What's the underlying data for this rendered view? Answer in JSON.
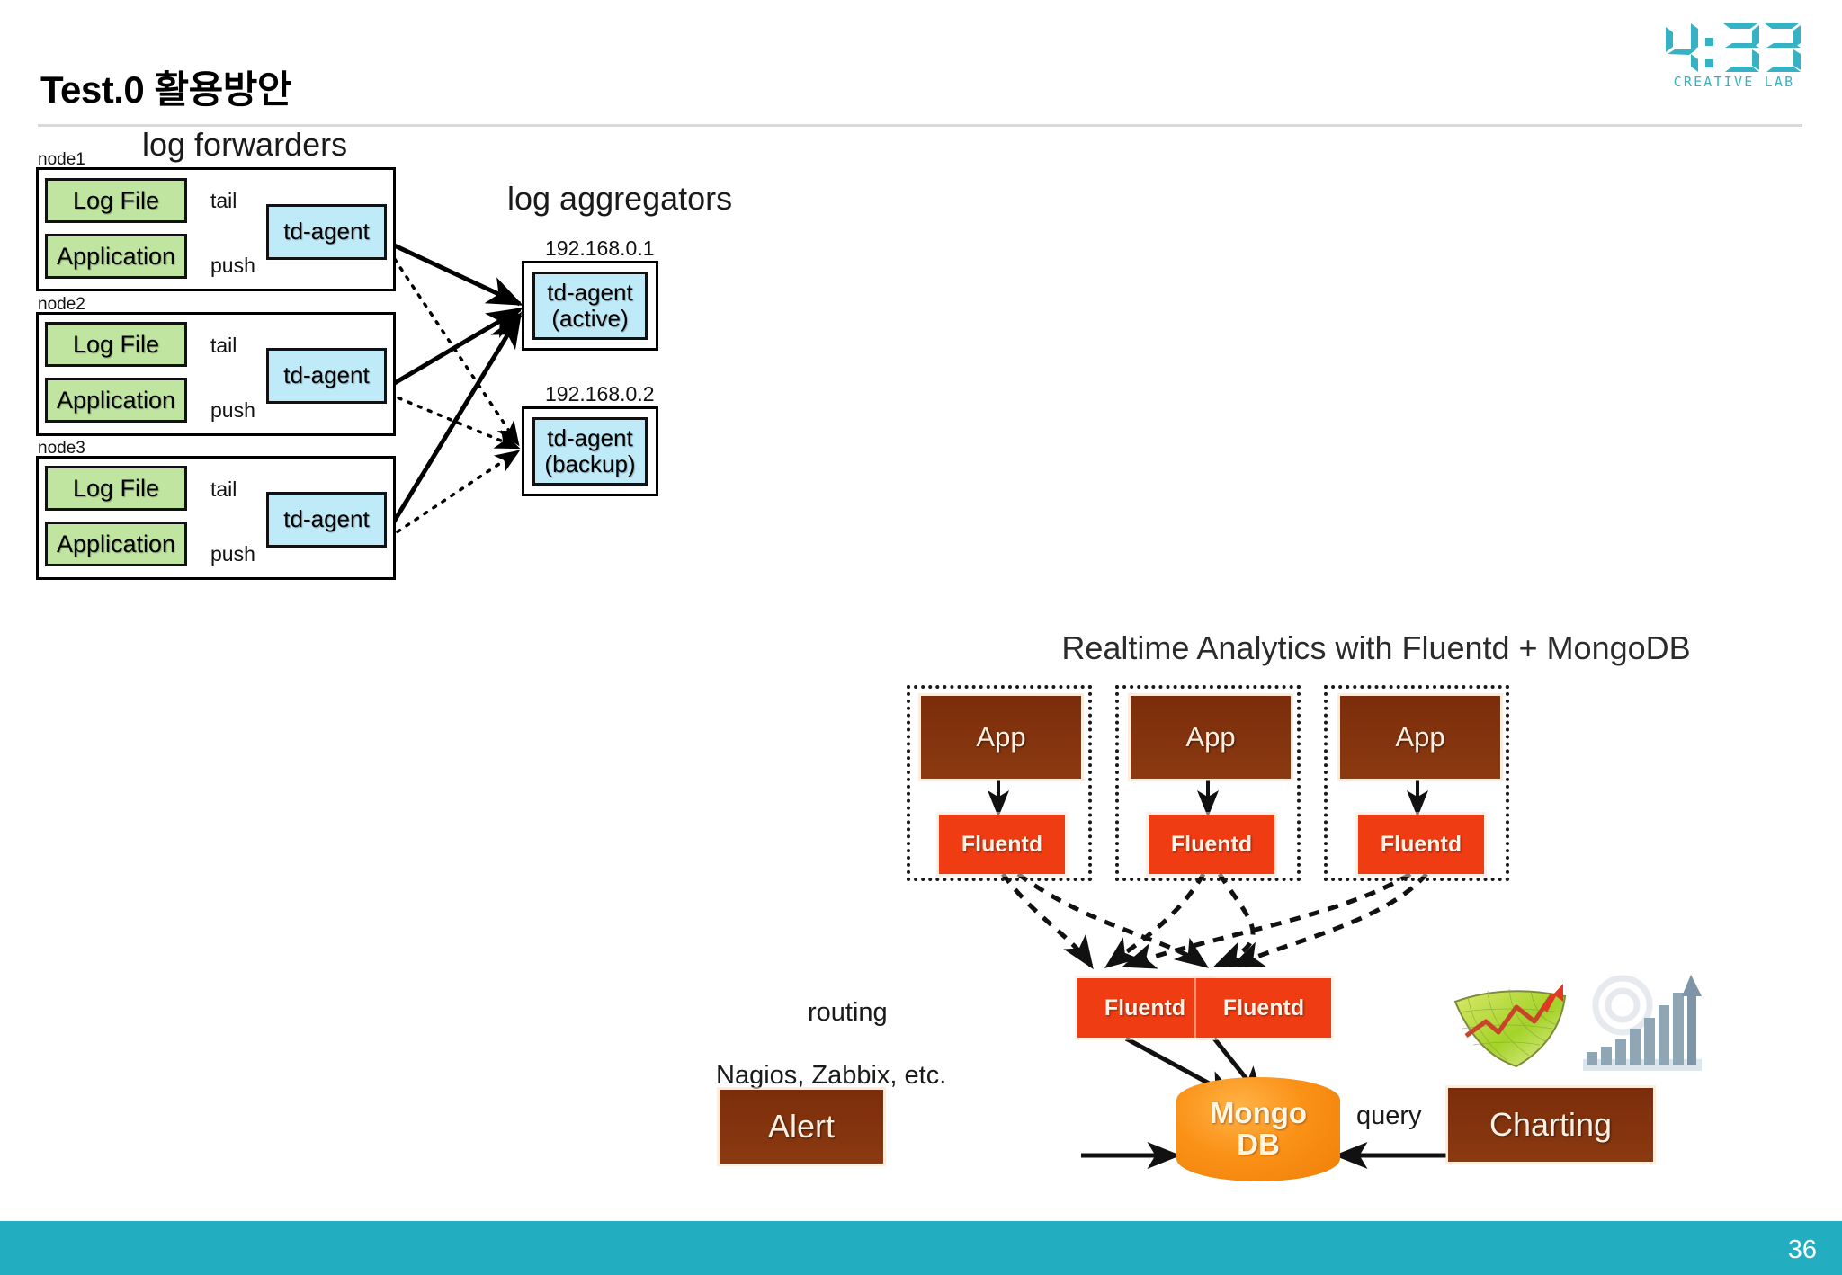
{
  "header": {
    "title": "Test.0 활용방안",
    "logo_time": "4:33",
    "logo_sub": "CREATIVE LAB"
  },
  "footer": {
    "page_number": "36",
    "bar_color": "#22adc0"
  },
  "left_diagram": {
    "forwarders_label": "log forwarders",
    "aggregators_label": "log aggregators",
    "nodes": [
      {
        "tag": "node1",
        "sources": [
          "Log File",
          "Application"
        ],
        "edge_labels": [
          "tail",
          "push"
        ],
        "agent": "td-agent"
      },
      {
        "tag": "node2",
        "sources": [
          "Log File",
          "Application"
        ],
        "edge_labels": [
          "tail",
          "push"
        ],
        "agent": "td-agent"
      },
      {
        "tag": "node3",
        "sources": [
          "Log File",
          "Application"
        ],
        "edge_labels": [
          "tail",
          "push"
        ],
        "agent": "td-agent"
      }
    ],
    "aggregators": [
      {
        "ip": "192.168.0.1",
        "name": "td-agent",
        "role": "(active)"
      },
      {
        "ip": "192.168.0.2",
        "name": "td-agent",
        "role": "(backup)"
      }
    ],
    "colors": {
      "source_box": "#bfe5a0",
      "agent_box": "#bfeaf8"
    }
  },
  "right_diagram": {
    "title": "Realtime Analytics with Fluentd + MongoDB",
    "app_groups": [
      {
        "app": "App",
        "fluentd": "Fluentd"
      },
      {
        "app": "App",
        "fluentd": "Fluentd"
      },
      {
        "app": "App",
        "fluentd": "Fluentd"
      }
    ],
    "routing_label": "routing",
    "routing_nodes": [
      "Fluentd",
      "Fluentd"
    ],
    "alert_caption": "Nagios, Zabbix, etc.",
    "alert_label": "Alert",
    "database": {
      "line1": "Mongo",
      "line2": "DB"
    },
    "query_label": "query",
    "charting_label": "Charting",
    "colors": {
      "app_box": "#7b2d0b",
      "fluentd_box": "#f03c12",
      "mongo": "#fb9218"
    }
  }
}
